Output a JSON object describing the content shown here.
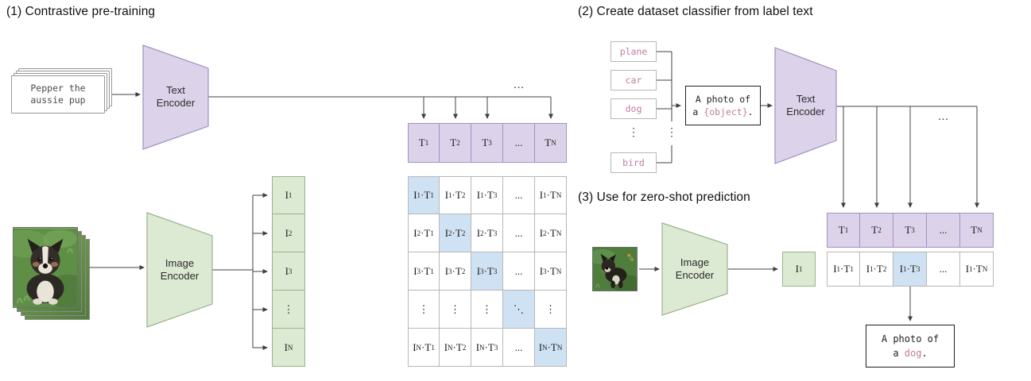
{
  "colors": {
    "purple_fill": "#dcd3ea",
    "purple_border": "#a091c0",
    "green_fill": "#dcead3",
    "green_border": "#9ab38a",
    "blue_fill": "#cfe2f3",
    "grid_border": "#b7b7b7",
    "pink": "#c27ba0",
    "arrow": "#404040"
  },
  "part1": {
    "title": "(1) Contrastive pre-training",
    "text_input": "Pepper the\naussie pup",
    "text_encoder": "Text\nEncoder",
    "image_encoder": "Image\nEncoder",
    "ellipsis_h": "...",
    "t_row": [
      "T1",
      "T2",
      "T3",
      "...",
      "TN"
    ],
    "i_col": [
      "I1",
      "I2",
      "I3",
      "⋮",
      "IN"
    ],
    "matrix": [
      [
        "I1·T1",
        "I1·T2",
        "I1·T3",
        "...",
        "I1·TN"
      ],
      [
        "I2·T1",
        "I2·T2",
        "I2·T3",
        "...",
        "I2·TN"
      ],
      [
        "I3·T1",
        "I3·T2",
        "I3·T3",
        "...",
        "I3·TN"
      ],
      [
        "⋮",
        "⋮",
        "⋮",
        "⋱",
        "⋮"
      ],
      [
        "IN·T1",
        "IN·T2",
        "IN·T3",
        "...",
        "IN·TN"
      ]
    ]
  },
  "part2": {
    "title": "(2) Create dataset classifier from label text",
    "labels": [
      "plane",
      "car",
      "dog",
      "bird"
    ],
    "label_ellipsis": "⋮",
    "bracket_ellipsis": "⋮",
    "prompt": {
      "line1": "A photo of",
      "line2_pre": "a ",
      "object": "{object}",
      "line2_post": "."
    },
    "text_encoder": "Text\nEncoder",
    "ellipsis_h": "...",
    "t_row": [
      "T1",
      "T2",
      "T3",
      "...",
      "TN"
    ]
  },
  "part3": {
    "title": "(3) Use for zero-shot prediction",
    "image_encoder": "Image\nEncoder",
    "i_cell": "I1",
    "row": [
      "I1·T1",
      "I1·T2",
      "I1·T3",
      "...",
      "I1·TN"
    ],
    "output": {
      "line1": "A photo of",
      "line2_pre": "a ",
      "object": "dog",
      "line2_post": "."
    }
  }
}
